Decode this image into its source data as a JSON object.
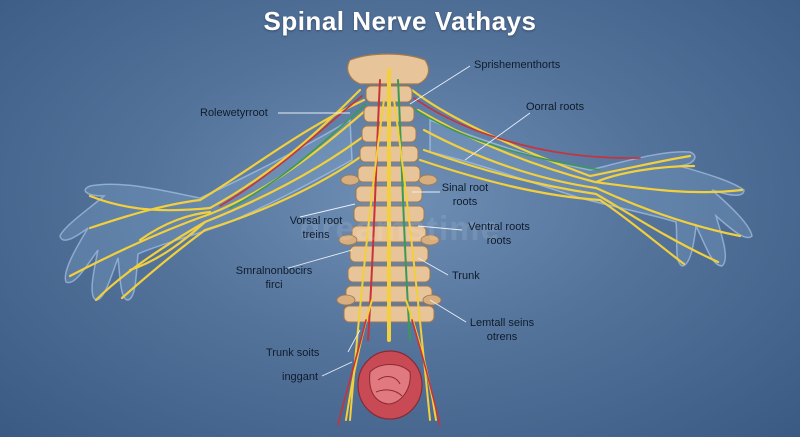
{
  "title": "Spinal Nerve Vathays",
  "labels": {
    "sprishementhorts": "Sprishementhorts",
    "rolewetyrroot": "Rolewetyrroot",
    "oorral_roots": "Oorral roots",
    "sinal_root_1": "Sinal root",
    "sinal_root_2": "roots",
    "vorsal_root_1": "Vorsal root",
    "vorsal_root_2": "treins",
    "ventral_roots_1": "Ventral roots",
    "ventral_roots_2": "roots",
    "smralnonbocirs_1": "Smralnonbocirs",
    "smralnonbocirs_2": "firci",
    "trunk": "Trunk",
    "lemtall_seins_1": "Lemtall seins",
    "lemtall_seins_2": "otrens",
    "trunk_soits": "Trunk soits",
    "inggant": "inggant"
  },
  "watermark": "dreamstime",
  "colors": {
    "background": "#53739b",
    "nerve": "#f2cf3c",
    "bone": "#e7c49a",
    "artery": "#c8323a",
    "vein": "#3a9a55",
    "skin": "#8fb0d8"
  }
}
